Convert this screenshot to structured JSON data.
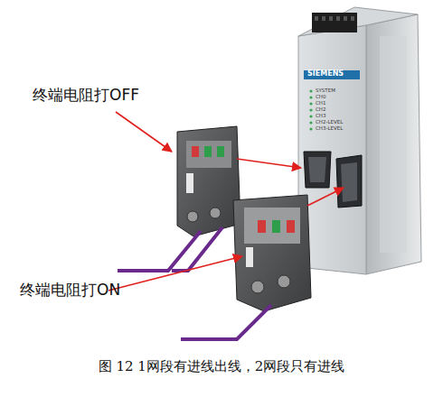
{
  "diagram": {
    "caption": "图 12 1网段有进线出线，2网段只有进线",
    "labels": [
      "终端电阻打OFF",
      "终端电阻打ON",
      "SIEMENS",
      "SYSTEM",
      "CH0",
      "CH1",
      "CH2",
      "CH3",
      "CH2-LEVEL",
      "CH3-LEVEL"
    ]
  }
}
